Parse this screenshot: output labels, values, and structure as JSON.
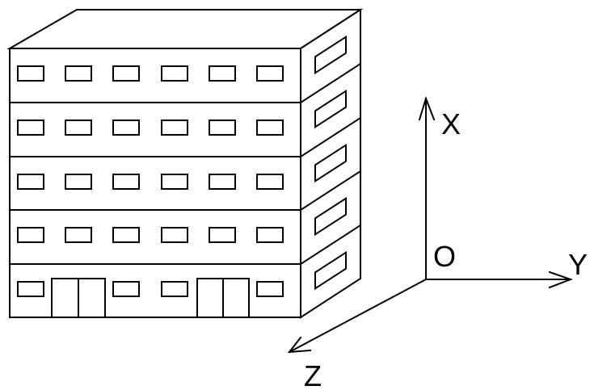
{
  "axes": {
    "origin_label": "O",
    "x_label": "X",
    "y_label": "Y",
    "z_label": "Z"
  },
  "building": {
    "floors": 5,
    "windows_per_floor": 6,
    "side_windows_per_floor": 1,
    "ground_floor_doors": 2
  },
  "colors": {
    "line": "#000000",
    "background": "#ffffff"
  }
}
